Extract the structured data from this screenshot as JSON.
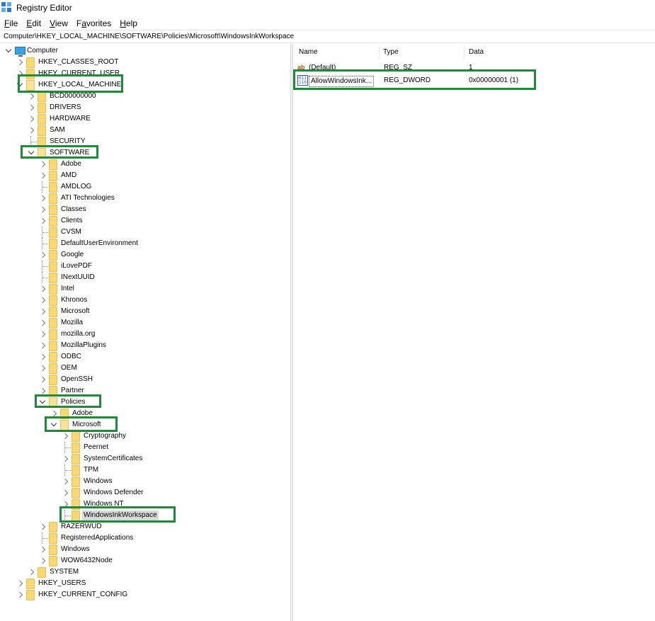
{
  "window": {
    "title": "Registry Editor"
  },
  "menu": [
    {
      "key": "F",
      "rest": "ile"
    },
    {
      "key": "E",
      "rest": "dit"
    },
    {
      "key": "V",
      "rest": "iew"
    },
    {
      "key": "",
      "rest": "Favorites",
      "underline_index": 1
    },
    {
      "key": "H",
      "rest": "elp"
    }
  ],
  "address": "Computer\\HKEY_LOCAL_MACHINE\\SOFTWARE\\Policies\\Microsoft\\WindowsInkWorkspace",
  "tree": [
    {
      "label": "Computer",
      "icon": "computer-icon",
      "expander": "down"
    },
    {
      "label": "HKEY_CLASSES_ROOT",
      "expander": "right"
    },
    {
      "label": "HKEY_CURRENT_USER",
      "expander": "right"
    },
    {
      "label": "HKEY_LOCAL_MACHINE",
      "expander": "down"
    },
    {
      "label": "BCD00000000",
      "expander": "right"
    },
    {
      "label": "DRIVERS",
      "expander": "right"
    },
    {
      "label": "HARDWARE",
      "expander": "right"
    },
    {
      "label": "SAM",
      "expander": "right"
    },
    {
      "label": "SECURITY",
      "expander": "none"
    },
    {
      "label": "SOFTWARE",
      "expander": "down"
    },
    {
      "label": "Adobe",
      "expander": "right"
    },
    {
      "label": "AMD",
      "expander": "right"
    },
    {
      "label": "AMDLOG",
      "expander": "none"
    },
    {
      "label": "ATI Technologies",
      "expander": "right"
    },
    {
      "label": "Classes",
      "expander": "right"
    },
    {
      "label": "Clients",
      "expander": "right"
    },
    {
      "label": "CVSM",
      "expander": "none"
    },
    {
      "label": "DefaultUserEnvironment",
      "expander": "none"
    },
    {
      "label": "Google",
      "expander": "right"
    },
    {
      "label": "iLovePDF",
      "expander": "none"
    },
    {
      "label": "INextUUID",
      "expander": "none"
    },
    {
      "label": "Intel",
      "expander": "right"
    },
    {
      "label": "Khronos",
      "expander": "right"
    },
    {
      "label": "Microsoft",
      "expander": "right"
    },
    {
      "label": "Mozilla",
      "expander": "right"
    },
    {
      "label": "mozilla.org",
      "expander": "right"
    },
    {
      "label": "MozillaPlugins",
      "expander": "right"
    },
    {
      "label": "ODBC",
      "expander": "right"
    },
    {
      "label": "OEM",
      "expander": "right"
    },
    {
      "label": "OpenSSH",
      "expander": "right"
    },
    {
      "label": "Partner",
      "expander": "right"
    },
    {
      "label": "Policies",
      "expander": "down"
    },
    {
      "label": "Adobe",
      "expander": "right"
    },
    {
      "label": "Microsoft",
      "expander": "down"
    },
    {
      "label": "Cryptography",
      "expander": "right"
    },
    {
      "label": "Peernet",
      "expander": "none"
    },
    {
      "label": "SystemCertificates",
      "expander": "right"
    },
    {
      "label": "TPM",
      "expander": "none"
    },
    {
      "label": "Windows",
      "expander": "right"
    },
    {
      "label": "Windows Defender",
      "expander": "right"
    },
    {
      "label": "Windows NT",
      "expander": "right"
    },
    {
      "label": "WindowsInkWorkspace",
      "expander": "none",
      "selected": true
    },
    {
      "label": "RAZERWUD",
      "expander": "right"
    },
    {
      "label": "RegisteredApplications",
      "expander": "none"
    },
    {
      "label": "Windows",
      "expander": "right"
    },
    {
      "label": "WOW6432Node",
      "expander": "right"
    },
    {
      "label": "SYSTEM",
      "expander": "right"
    },
    {
      "label": "HKEY_USERS",
      "expander": "right"
    },
    {
      "label": "HKEY_CURRENT_CONFIG",
      "expander": "right"
    }
  ],
  "columns": {
    "name": "Name",
    "type": "Type",
    "data": "Data"
  },
  "values": [
    {
      "name": "(Default)",
      "type": "REG_SZ",
      "data": "1",
      "icon": "string-value-icon"
    },
    {
      "name": "AllowWindowsInk...",
      "type": "REG_DWORD",
      "data": "0x00000001 (1)",
      "icon": "dword-value-icon"
    }
  ],
  "highlight_color": "#1e8a3a"
}
